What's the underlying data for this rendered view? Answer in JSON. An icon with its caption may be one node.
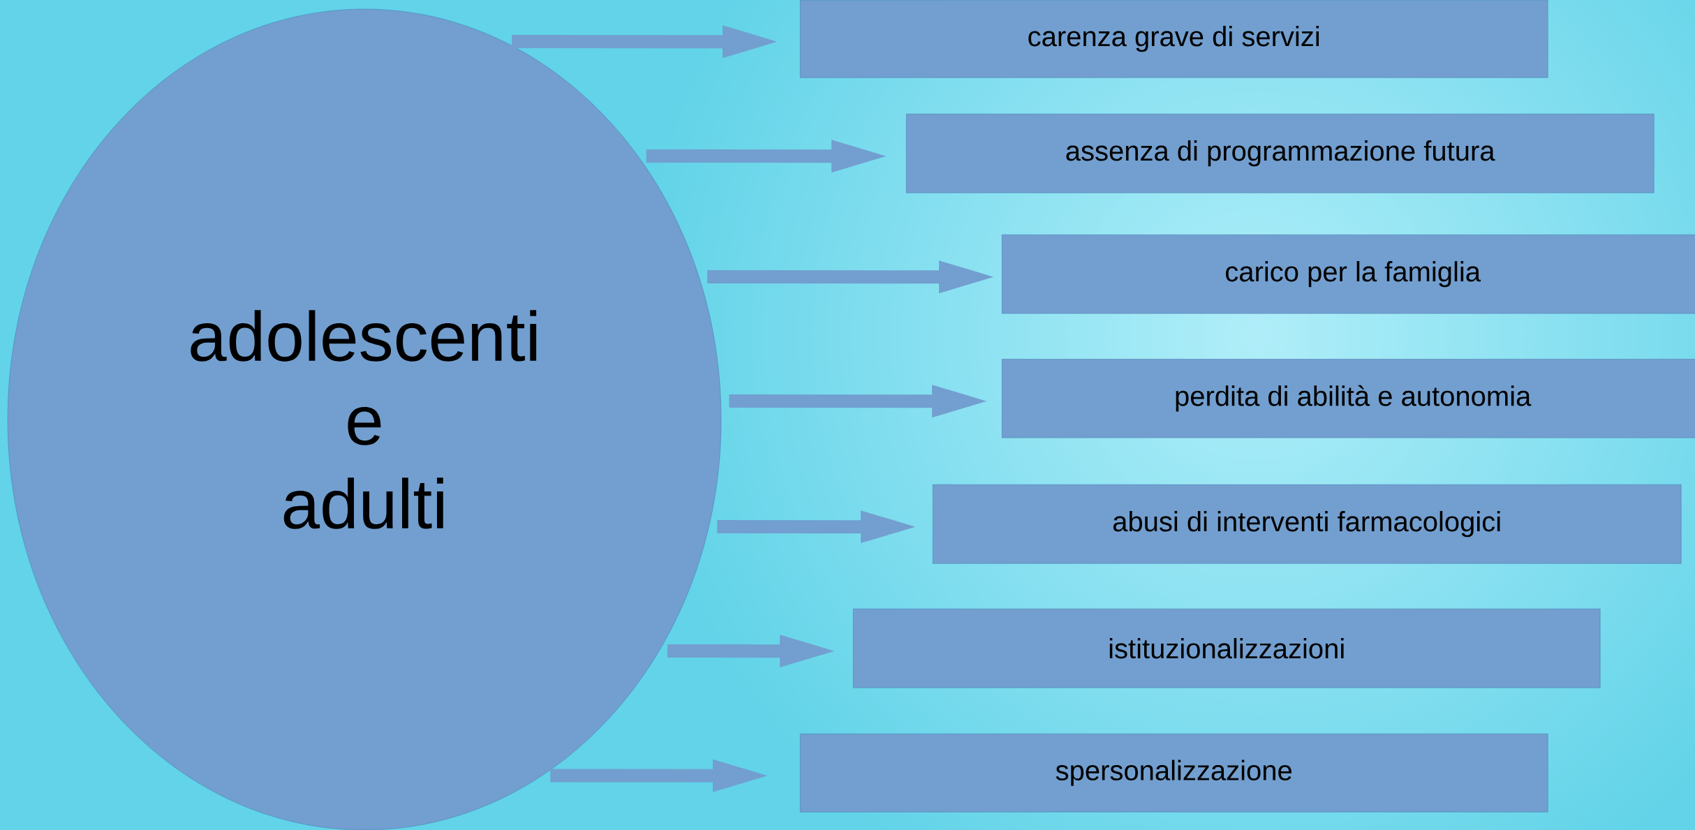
{
  "diagram": {
    "nodes": [
      {
        "text": [
          "adolescenti e adulti"
        ]
      },
      {
        "text": [
          "carenza grave di servizi"
        ]
      },
      {
        "text": [
          "assenza di programmazione futura"
        ]
      },
      {
        "text": [
          "carico per la famiglia"
        ]
      },
      {
        "text": [
          "perdita di abilità e autonomia"
        ]
      },
      {
        "text": [
          "abusi di interventi farmacologici"
        ]
      },
      {
        "text": [
          "istituzionalizzazioni"
        ]
      },
      {
        "text": [
          "spersonalizzazione"
        ]
      }
    ],
    "edges": [
      {
        "from": 0,
        "to": 1,
        "arrow": "to"
      },
      {
        "from": 0,
        "to": 2,
        "arrow": "to"
      },
      {
        "from": 0,
        "to": 3,
        "arrow": "to"
      },
      {
        "from": 0,
        "to": 4,
        "arrow": "to"
      },
      {
        "from": 0,
        "to": 5,
        "arrow": "to"
      },
      {
        "from": 0,
        "to": 6,
        "arrow": "to"
      },
      {
        "from": 0,
        "to": 7,
        "arrow": "to"
      }
    ]
  }
}
